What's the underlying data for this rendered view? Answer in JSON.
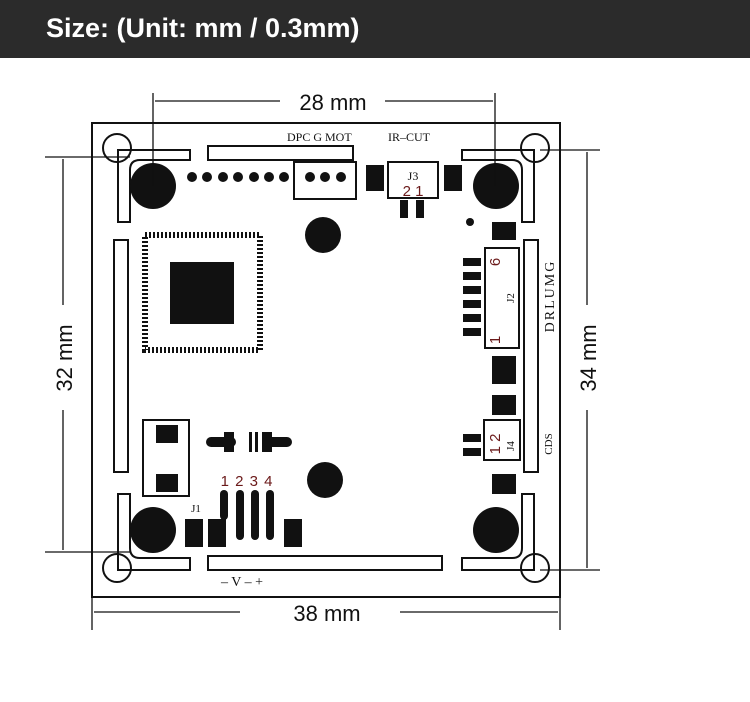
{
  "header": {
    "title": "Size: (Unit: mm / 0.3mm)"
  },
  "dimensions": {
    "top": "28 mm",
    "left": "32 mm",
    "right": "34 mm",
    "bottom": "38 mm"
  },
  "board_labels": {
    "top_connector": "DPC  G  MOT",
    "ir_cut": "IR–CUT",
    "j3": "J3",
    "j3_pins": "2  1",
    "j2": "J2",
    "j2_pin_top": "6",
    "j2_pin_bottom": "1",
    "drlumg": "DRLUMG",
    "j4": "J4",
    "j4_pins": "1 2",
    "cds": "CDS",
    "j1": "J1",
    "j1_pins": "1 2 3 4",
    "power": "–  V  –  +"
  }
}
